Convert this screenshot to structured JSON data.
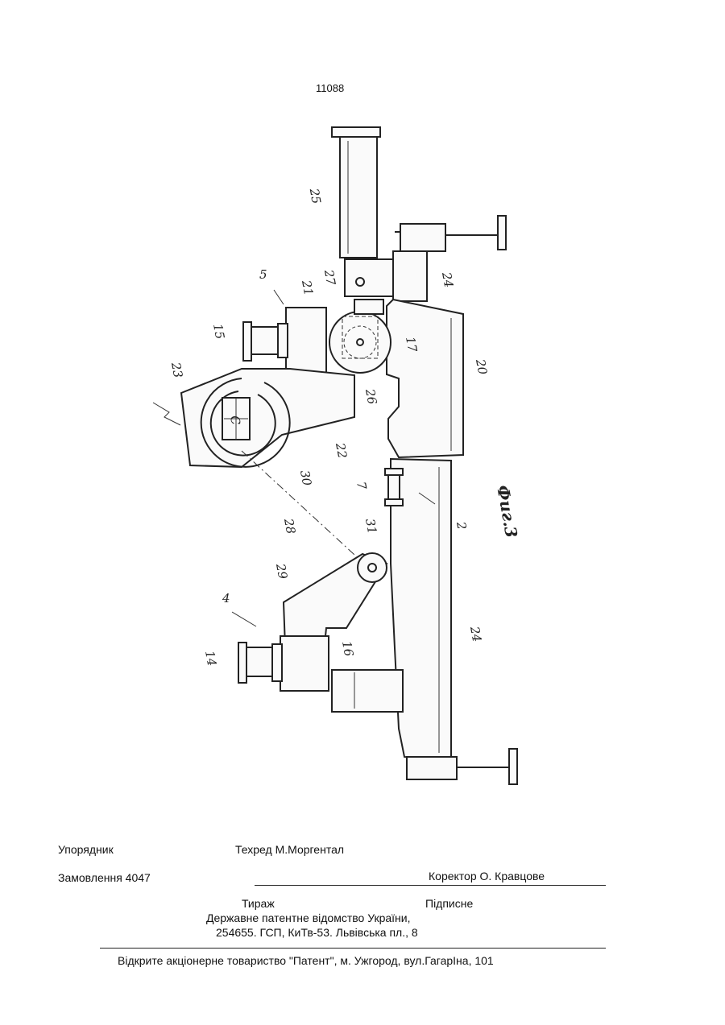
{
  "page_number": "11088",
  "figure": {
    "caption": "Фиг.3",
    "labels": {
      "l25_top": "25",
      "l24_top": "24",
      "l27": "27",
      "l5": "5",
      "l21": "21",
      "l15": "15",
      "l17": "17",
      "l26": "26",
      "l20": "20",
      "l23": "23",
      "l22": "22",
      "lC": "C",
      "l30": "30",
      "l7": "7",
      "l2": "2",
      "l28": "28",
      "l31": "31",
      "l29": "29",
      "l4": "4",
      "l24_bottom": "24",
      "l14": "14",
      "l16": "16"
    }
  },
  "footer": {
    "compiler": "Упорядник",
    "tech_editor": "Техред М.Моргентал",
    "order": "Замовлення 4047",
    "corrector": "Коректор О. Кравцове",
    "circulation": "Тираж",
    "subscription": "Підписне",
    "office_line1": "Державне патентне відомство України,",
    "office_line2": "254655. ГСП, КиТв-53. Львівська пл., 8",
    "publisher": "Відкрите акціонерне товариство \"Патент\", м. Ужгород, вул.ГагарІна, 101"
  }
}
